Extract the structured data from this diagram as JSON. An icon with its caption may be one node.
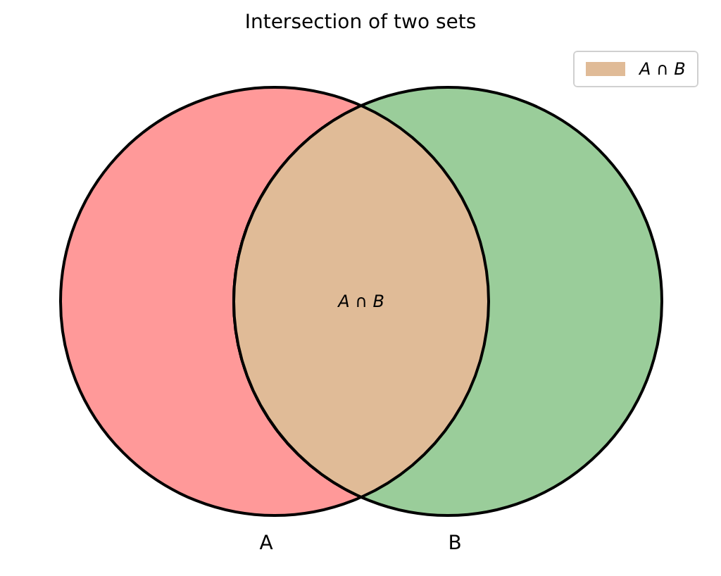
{
  "diagram": {
    "title": "Intersection of two sets",
    "nodes": [
      {
        "text": [
          "A"
        ]
      },
      {
        "text": [
          "B"
        ]
      },
      {
        "text": [
          "*A* ∩ *B*"
        ]
      }
    ],
    "legend": [
      {
        "text": "*A* ∩ *B*",
        "color": "#e0bb97"
      }
    ]
  }
}
